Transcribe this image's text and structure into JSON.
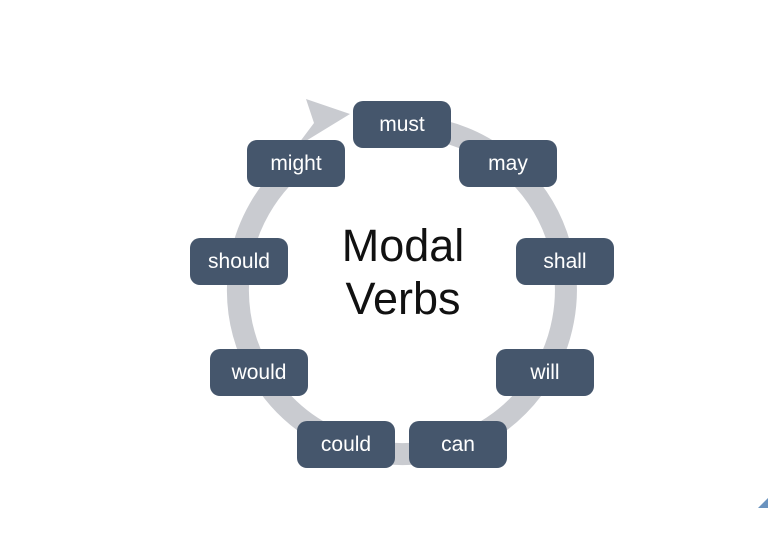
{
  "slide": {
    "title": {
      "line1": "Modal",
      "line2": "Verbs"
    },
    "verbs": [
      "must",
      "may",
      "shall",
      "will",
      "can",
      "could",
      "would",
      "should",
      "might"
    ],
    "icons": {
      "ring_arrow": "circular-arrow-clockwise",
      "corner_accent": "corner-triangle"
    },
    "colors": {
      "verb_box": "#45566C",
      "verb_text": "#FFFFFF",
      "ring": "#C9CBD0",
      "title_text": "#111111",
      "corner_accent": "#6A93BF",
      "background": "#FFFFFF"
    }
  }
}
